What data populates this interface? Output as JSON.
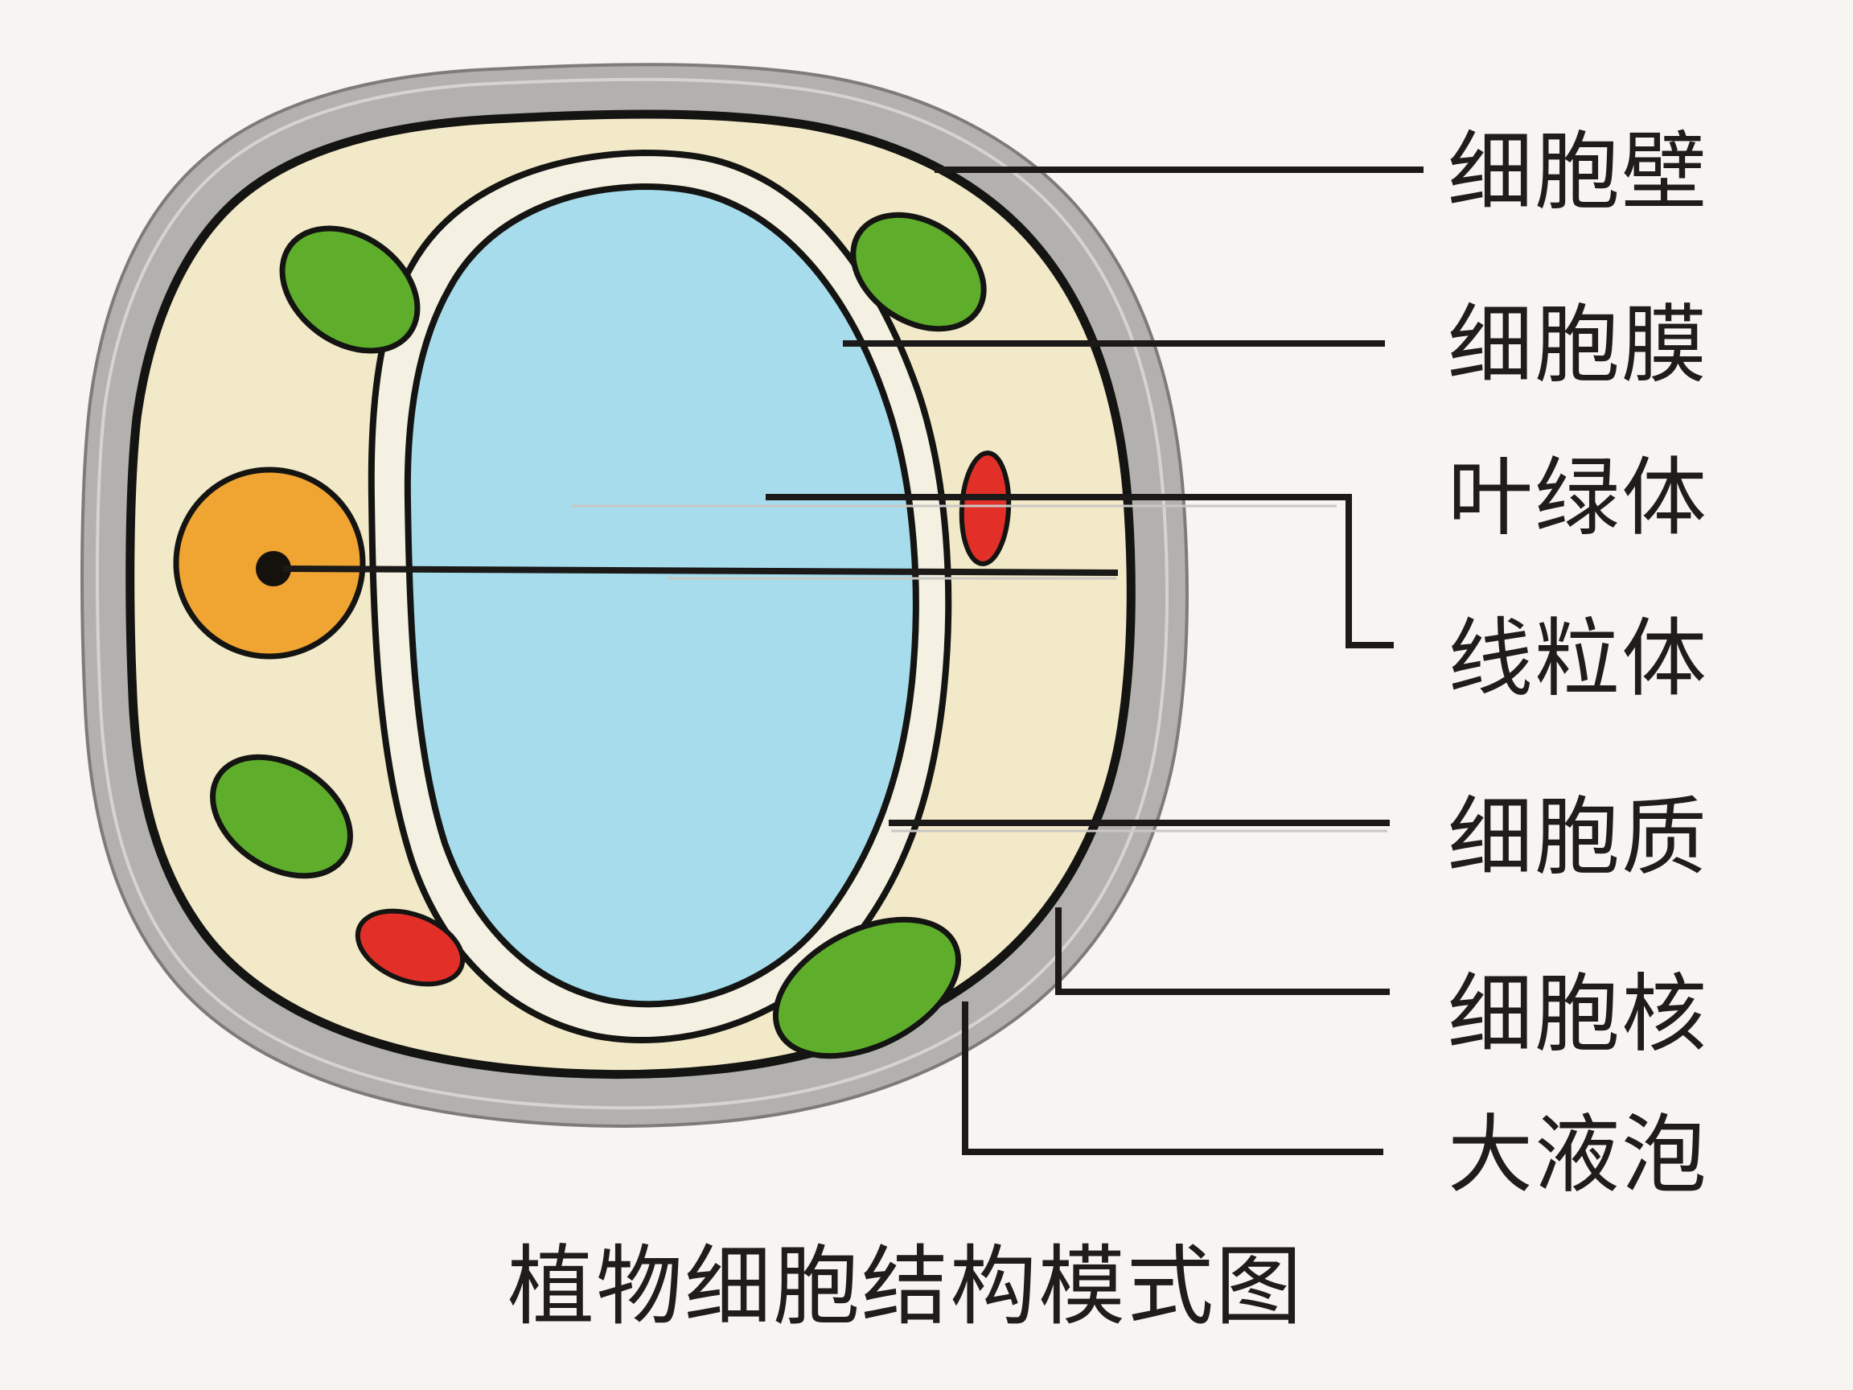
{
  "title": "植物细胞结构模式图",
  "labels": [
    {
      "id": "cell-wall",
      "text": "细胞壁"
    },
    {
      "id": "cell-membrane",
      "text": "细胞膜"
    },
    {
      "id": "chloroplast",
      "text": "叶绿体"
    },
    {
      "id": "mitochondrion",
      "text": "线粒体"
    },
    {
      "id": "cytoplasm",
      "text": "细胞质"
    },
    {
      "id": "nucleus",
      "text": "细胞核"
    },
    {
      "id": "vacuole",
      "text": "大液泡"
    }
  ],
  "colors": {
    "background": "#f6f5f2",
    "cell_wall": "#b3b1ae",
    "cell_wall_edge": "#7e7c79",
    "cell_wall_highlight": "#d6d4d0",
    "cytoplasm": "#f2e9c8",
    "vacuole_band": "#f4f0e2",
    "vacuole_fill": "#a6dcec",
    "chloroplast": "#5fae2b",
    "nucleus": "#f0a431",
    "nucleolus": "#15120e",
    "mitochondrion": "#e23029",
    "line": "#1b1a18",
    "text": "#1f1d1b"
  }
}
